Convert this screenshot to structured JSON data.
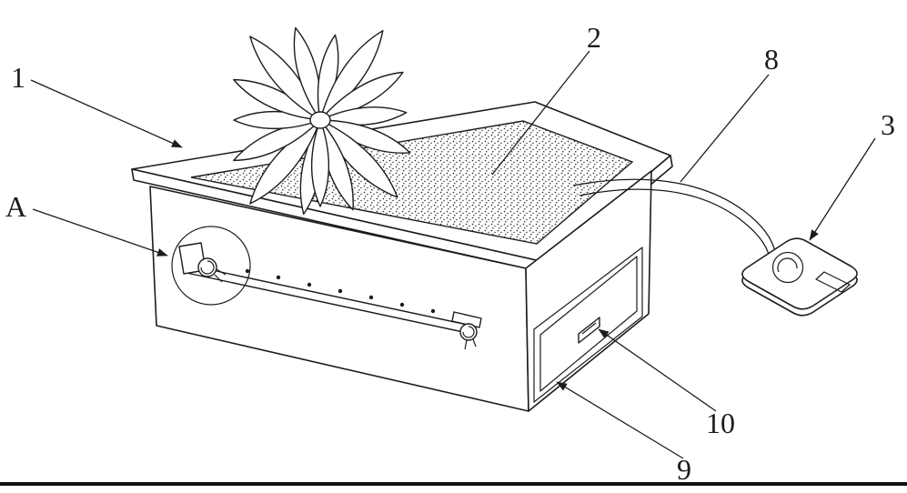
{
  "figure": {
    "background_color": "#ffffff",
    "line_color": "#1c1c1c",
    "labels": {
      "part_1": "1",
      "part_2": "2",
      "part_3": "3",
      "part_8": "8",
      "part_9": "9",
      "part_10": "10",
      "detail_a": "A"
    }
  }
}
